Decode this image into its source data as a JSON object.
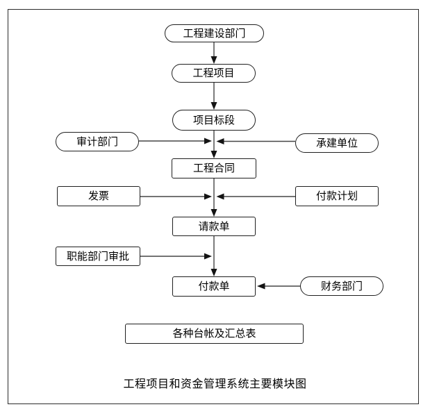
{
  "diagram": {
    "caption": "工程项目和资金管理系统主要模块图",
    "nodes": {
      "construction_dept": {
        "label": "工程建设部门",
        "shape": "ellipse"
      },
      "project": {
        "label": "工程项目",
        "shape": "ellipse"
      },
      "project_section": {
        "label": "项目标段",
        "shape": "ellipse"
      },
      "audit_dept": {
        "label": "审计部门",
        "shape": "ellipse"
      },
      "contractor": {
        "label": "承建单位",
        "shape": "ellipse"
      },
      "contract": {
        "label": "工程合同",
        "shape": "rect"
      },
      "invoice": {
        "label": "发票",
        "shape": "rect"
      },
      "payment_plan": {
        "label": "付款计划",
        "shape": "rect"
      },
      "payment_request": {
        "label": "请款单",
        "shape": "rect"
      },
      "dept_approval": {
        "label": "职能部门审批",
        "shape": "rect"
      },
      "payment_order": {
        "label": "付款单",
        "shape": "rect"
      },
      "finance_dept": {
        "label": "财务部门",
        "shape": "ellipse"
      },
      "ledgers": {
        "label": "各种台帐及汇总表",
        "shape": "rect"
      }
    },
    "edges": [
      {
        "from": "construction_dept",
        "to": "project"
      },
      {
        "from": "project",
        "to": "project_section"
      },
      {
        "from": "project_section",
        "to": "contract"
      },
      {
        "from": "audit_dept",
        "to": "contract"
      },
      {
        "from": "contractor",
        "to": "contract"
      },
      {
        "from": "contract",
        "to": "payment_request"
      },
      {
        "from": "invoice",
        "to": "payment_request"
      },
      {
        "from": "payment_plan",
        "to": "payment_request"
      },
      {
        "from": "payment_request",
        "to": "payment_order"
      },
      {
        "from": "dept_approval",
        "to": "payment_order"
      },
      {
        "from": "finance_dept",
        "to": "payment_order"
      }
    ],
    "colors": {
      "background": "#ffffff",
      "node_fill": "#ffffff",
      "node_border": "#1f1f1f",
      "line": "#454545",
      "arrowhead": "#141414",
      "text": "#000000",
      "frame_border": "#2b2b2b"
    }
  }
}
